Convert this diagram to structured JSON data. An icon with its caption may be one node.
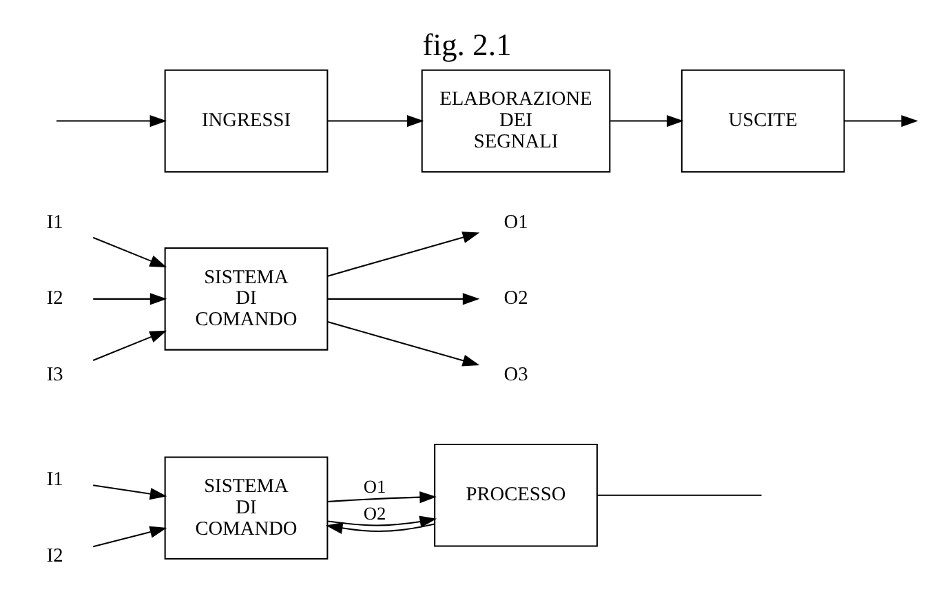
{
  "diagram": {
    "title": "fig. 2.1",
    "nodes": [
      {
        "text": [
          "I1"
        ]
      },
      {
        "text": [
          "I2"
        ]
      },
      {
        "text": [
          "SISTEMA DI COMANDO"
        ]
      },
      {
        "text": [
          "PROCESSO"
        ]
      },
      {
        "text": [
          "I1"
        ]
      },
      {
        "text": [
          "I2"
        ]
      },
      {
        "text": [
          "I3"
        ]
      },
      {
        "text": [
          "SISTEMA DI COMANDO"
        ]
      },
      {
        "text": [
          "O1"
        ]
      },
      {
        "text": [
          "O2"
        ]
      },
      {
        "text": [
          "O3"
        ]
      },
      {
        "text": [
          "INGRESSI"
        ]
      },
      {
        "text": [
          "ELABORAZIONE DEI SEGNALI"
        ]
      },
      {
        "text": [
          "USCITE"
        ]
      }
    ],
    "edges": [
      {
        "from": 0,
        "to": 2,
        "arrow": "to"
      },
      {
        "from": 1,
        "to": 2,
        "arrow": "to"
      },
      {
        "from": 2,
        "to": 3,
        "label": "O1",
        "arrow": "to"
      },
      {
        "from": 2,
        "to": 3,
        "label": "O2",
        "arrow": "to"
      },
      {
        "from": 3,
        "to": null,
        "arrow": "none"
      },
      {
        "from": 3,
        "to": 2,
        "arrow": "to"
      },
      {
        "from": 4,
        "to": 7,
        "arrow": "to"
      },
      {
        "from": 5,
        "to": 7,
        "arrow": "to"
      },
      {
        "from": 6,
        "to": 7,
        "arrow": "to"
      },
      {
        "from": 7,
        "to": 8,
        "arrow": "to"
      },
      {
        "from": 7,
        "to": 9,
        "arrow": "to"
      },
      {
        "from": 7,
        "to": 10,
        "arrow": "to"
      },
      {
        "from": null,
        "to": 11,
        "arrow": "to"
      },
      {
        "from": 11,
        "to": 12,
        "arrow": "to"
      },
      {
        "from": 12,
        "to": 13,
        "arrow": "to"
      },
      {
        "from": 13,
        "to": null,
        "arrow": "to"
      }
    ]
  }
}
